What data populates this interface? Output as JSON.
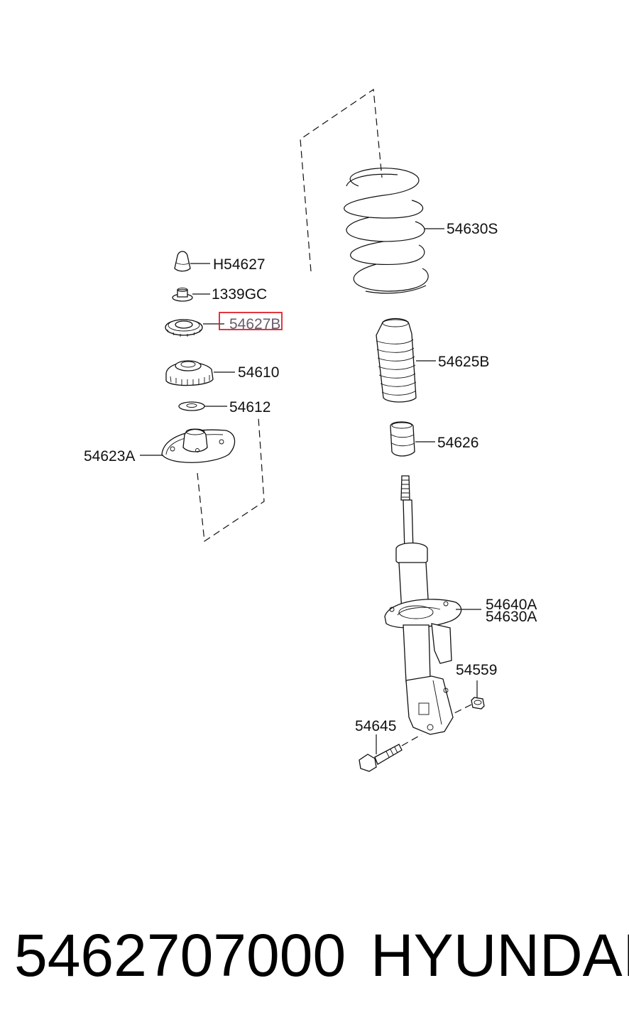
{
  "diagram": {
    "labels": {
      "spring": "54630S",
      "cap": "H54627",
      "nut": "1339GC",
      "bearing": "54627B",
      "insulator": "54610",
      "washer": "54612",
      "seat": "54623A",
      "dust_cover": "54625B",
      "bumper": "54626",
      "strut_a": "54640A",
      "strut_b": "54630A",
      "nut_small": "54559",
      "bolt": "54645"
    },
    "highlight_color": "#e0202a",
    "line_color": "#111111"
  },
  "footer": {
    "part_number": "5462707000",
    "brand": "HYUNDAI"
  }
}
